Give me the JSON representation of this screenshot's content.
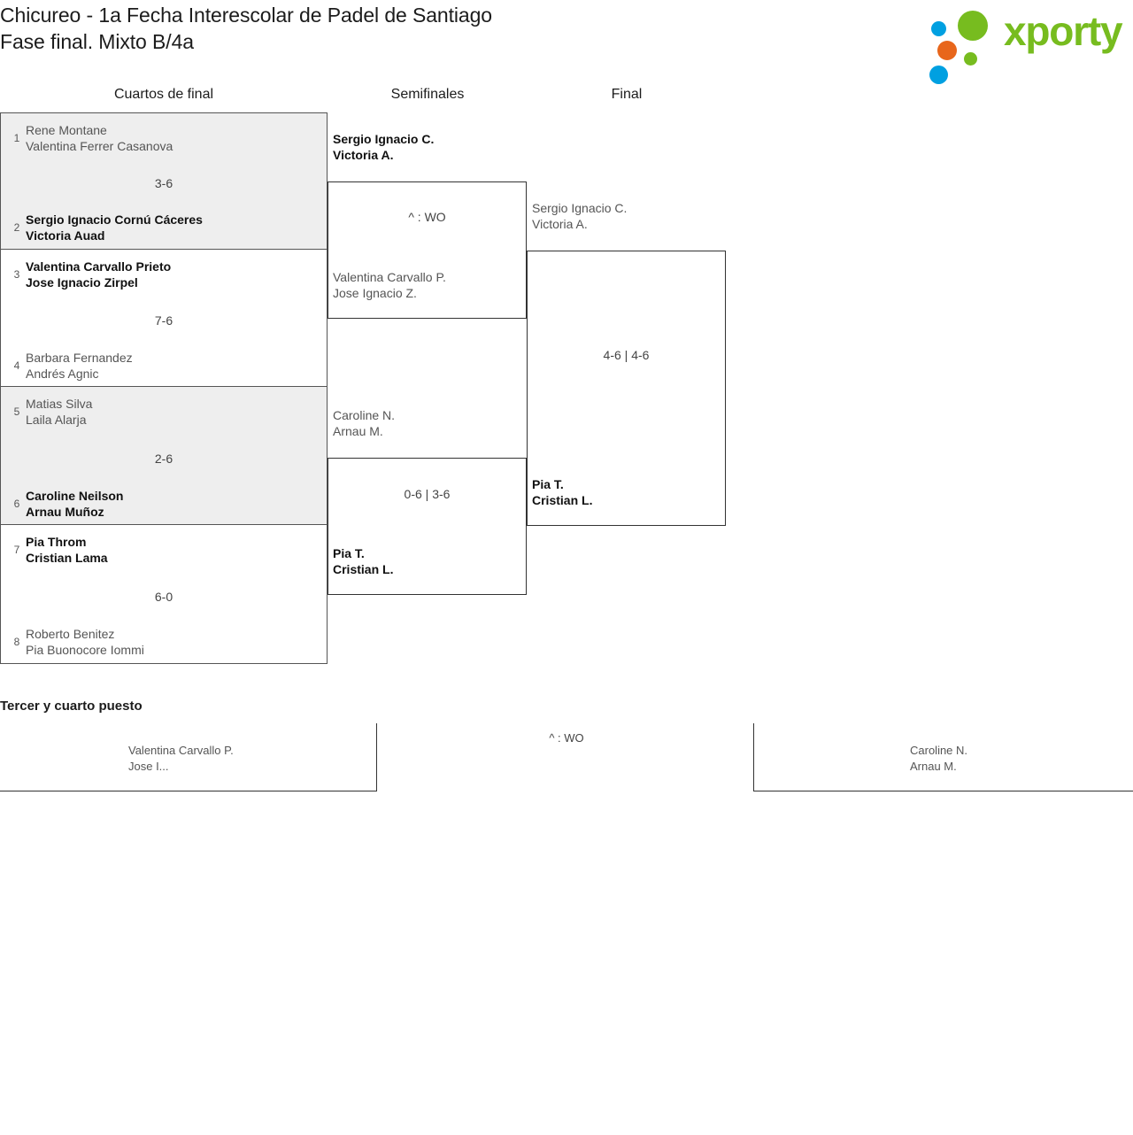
{
  "header": {
    "title": "Chicureo - 1a Fecha Interescolar de Padel de Santiago\nFase final. Mixto B/4a",
    "brand_name": "xporty",
    "brand_colors": {
      "green": "#77bc1f",
      "blue": "#00a0e1",
      "orange": "#e8661b"
    }
  },
  "rounds": {
    "quarterfinals_label": "Cuartos de final",
    "semifinals_label": "Semifinales",
    "final_label": "Final",
    "third_place_label": "Tercer y cuarto puesto"
  },
  "quarterfinals": [
    {
      "score": "3-6",
      "shaded": true,
      "teams": [
        {
          "seed": "1",
          "line1": "Rene Montane",
          "line2": "Valentina Ferrer Casanova",
          "winner": false
        },
        {
          "seed": "2",
          "line1": "Sergio Ignacio Cornú Cáceres",
          "line2": "Victoria Auad",
          "winner": true
        }
      ]
    },
    {
      "score": "7-6",
      "shaded": false,
      "teams": [
        {
          "seed": "3",
          "line1": "Valentina Carvallo Prieto",
          "line2": "Jose Ignacio Zirpel",
          "winner": true
        },
        {
          "seed": "4",
          "line1": "Barbara Fernandez",
          "line2": "Andrés Agnic",
          "winner": false
        }
      ]
    },
    {
      "score": "2-6",
      "shaded": true,
      "teams": [
        {
          "seed": "5",
          "line1": "Matias Silva",
          "line2": "Laila Alarja",
          "winner": false
        },
        {
          "seed": "6",
          "line1": "Caroline Neilson",
          "line2": "Arnau Muñoz",
          "winner": true
        }
      ]
    },
    {
      "score": "6-0",
      "shaded": false,
      "teams": [
        {
          "seed": "7",
          "line1": "Pia Throm",
          "line2": "Cristian Lama",
          "winner": true
        },
        {
          "seed": "8",
          "line1": "Roberto Benitez",
          "line2": "Pia Buonocore Iommi",
          "winner": false
        }
      ]
    }
  ],
  "semifinals": [
    {
      "score": "^ : WO",
      "top_team": "Sergio Ignacio C.\nVictoria A.",
      "top_winner": true,
      "bottom_team": "Valentina Carvallo P.\nJose Ignacio Z.",
      "bottom_winner": false
    },
    {
      "score": "0-6 | 3-6",
      "top_team": "Caroline N.\nArnau M.",
      "top_winner": false,
      "bottom_team": "Pia T.\nCristian L.",
      "bottom_winner": true
    }
  ],
  "final": {
    "score": "4-6 | 4-6",
    "top_team": "Sergio Ignacio C.\nVictoria A.",
    "top_winner": false,
    "bottom_team": "Pia T.\nCristian L.",
    "bottom_winner": true
  },
  "third_place": {
    "score": "^ : WO",
    "left_team": "Valentina Carvallo P.\nJose I...",
    "right_team": "Caroline N.\nArnau M."
  }
}
